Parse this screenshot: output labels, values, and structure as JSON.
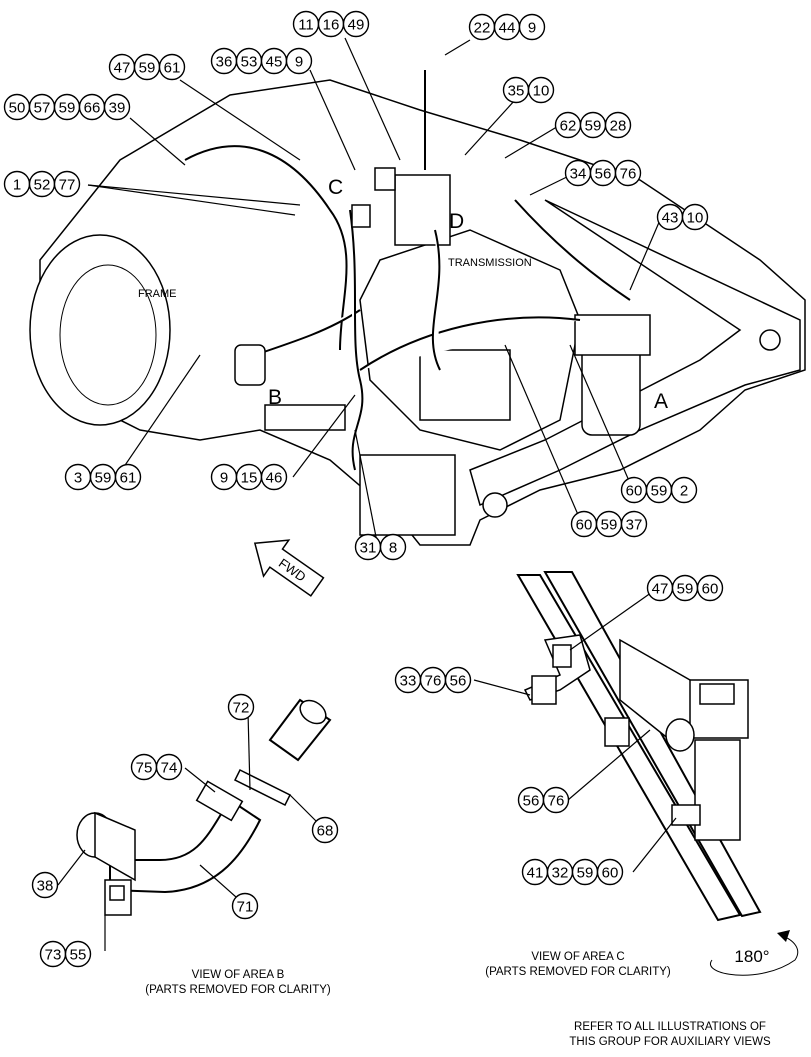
{
  "labels": {
    "frame": "FRAME",
    "transmission": "TRANSMISSION",
    "area_a": "A",
    "area_b": "B",
    "area_c": "C",
    "area_d": "D",
    "fwd": "FWD",
    "rotation": "180°"
  },
  "captions": {
    "view_b_line1": "VIEW OF AREA  B",
    "view_b_line2": "(PARTS REMOVED FOR CLARITY)",
    "view_c_line1": "VIEW OF AREA  C",
    "view_c_line2": "(PARTS REMOVED FOR CLARITY)",
    "refer_line1": "REFER TO ALL ILLUSTRATIONS OF",
    "refer_line2": "THIS GROUP FOR AUXILIARY VIEWS"
  },
  "callouts": [
    {
      "id": "g1",
      "numbers": [
        "22",
        "44",
        "9"
      ]
    },
    {
      "id": "g2",
      "numbers": [
        "11",
        "16",
        "49"
      ]
    },
    {
      "id": "g3",
      "numbers": [
        "36",
        "53",
        "45",
        "9"
      ]
    },
    {
      "id": "g4",
      "numbers": [
        "47",
        "59",
        "61"
      ]
    },
    {
      "id": "g5",
      "numbers": [
        "50",
        "57",
        "59",
        "66",
        "39"
      ]
    },
    {
      "id": "g6",
      "numbers": [
        "35",
        "10"
      ]
    },
    {
      "id": "g7",
      "numbers": [
        "62",
        "59",
        "28"
      ]
    },
    {
      "id": "g8",
      "numbers": [
        "34",
        "56",
        "76"
      ]
    },
    {
      "id": "g9",
      "numbers": [
        "1",
        "52",
        "77"
      ]
    },
    {
      "id": "g10",
      "numbers": [
        "43",
        "10"
      ]
    },
    {
      "id": "g11",
      "numbers": [
        "3",
        "59",
        "61"
      ]
    },
    {
      "id": "g12",
      "numbers": [
        "9",
        "15",
        "46"
      ]
    },
    {
      "id": "g13",
      "numbers": [
        "60",
        "59",
        "2"
      ]
    },
    {
      "id": "g14",
      "numbers": [
        "60",
        "59",
        "37"
      ]
    },
    {
      "id": "g15",
      "numbers": [
        "31",
        "8"
      ]
    },
    {
      "id": "g16",
      "numbers": [
        "47",
        "59",
        "60"
      ]
    },
    {
      "id": "g17",
      "numbers": [
        "33",
        "76",
        "56"
      ]
    },
    {
      "id": "g18",
      "numbers": [
        "72"
      ]
    },
    {
      "id": "g19",
      "numbers": [
        "75",
        "74"
      ]
    },
    {
      "id": "g20",
      "numbers": [
        "68"
      ]
    },
    {
      "id": "g21",
      "numbers": [
        "38"
      ]
    },
    {
      "id": "g22",
      "numbers": [
        "71"
      ]
    },
    {
      "id": "g23",
      "numbers": [
        "73",
        "55"
      ]
    },
    {
      "id": "g24",
      "numbers": [
        "56",
        "76"
      ]
    },
    {
      "id": "g25",
      "numbers": [
        "41",
        "32",
        "59",
        "60"
      ]
    }
  ]
}
